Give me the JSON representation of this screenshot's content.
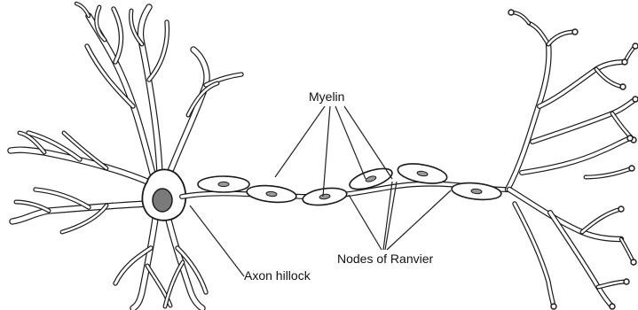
{
  "labels": {
    "myelin": "Myelin",
    "nodes": "Nodes of Ranvier",
    "hillock": "Axon hillock"
  },
  "colors": {
    "stroke": "#1a1a1a",
    "nucleus": "#7a7a7a",
    "sheath_fill": "#ffffff",
    "sheath_nucleus": "#9a9a9a"
  }
}
